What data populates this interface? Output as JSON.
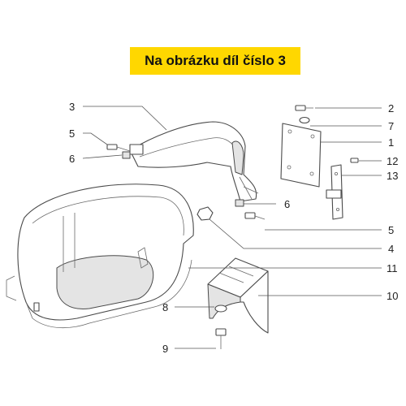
{
  "banner": {
    "text": "Na obrázku díl číslo 3"
  },
  "callouts": [
    {
      "id": "c3-left",
      "label": "3"
    },
    {
      "id": "c5-left",
      "label": "5"
    },
    {
      "id": "c6-left",
      "label": "6"
    },
    {
      "id": "c2",
      "label": "2"
    },
    {
      "id": "c7",
      "label": "7"
    },
    {
      "id": "c1",
      "label": "1"
    },
    {
      "id": "c12",
      "label": "12"
    },
    {
      "id": "c13",
      "label": "13"
    },
    {
      "id": "c6-right",
      "label": "6"
    },
    {
      "id": "c5-right",
      "label": "5"
    },
    {
      "id": "c4",
      "label": "4"
    },
    {
      "id": "c11",
      "label": "11"
    },
    {
      "id": "c10",
      "label": "10"
    },
    {
      "id": "c8",
      "label": "8"
    },
    {
      "id": "c9",
      "label": "9"
    }
  ],
  "colors": {
    "banner_bg": "#ffd700",
    "line": "#555555"
  }
}
